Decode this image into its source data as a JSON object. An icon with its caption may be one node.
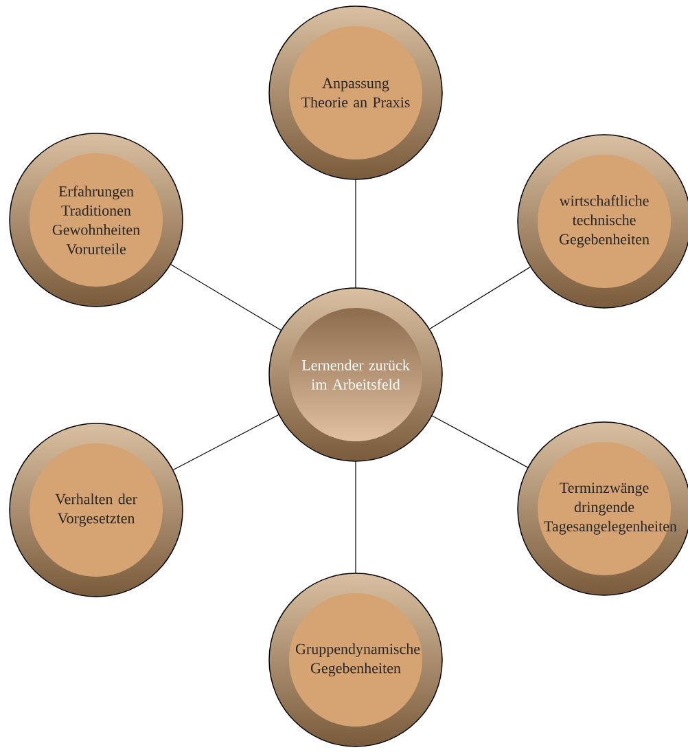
{
  "diagram": {
    "nodes": [
      {
        "text": [
          "Lernender zurück im Arbeitsfeld"
        ]
      },
      {
        "text": [
          "Anpassung Theorie an Praxis"
        ]
      },
      {
        "text": [
          "wirtschaftliche technische Gegebenheiten"
        ]
      },
      {
        "text": [
          "Terminzwänge dringende Tagesangelegenheiten"
        ]
      },
      {
        "text": [
          "Gruppendynamische Gegebenheiten"
        ]
      },
      {
        "text": [
          "Verhalten der Vorgesetzten"
        ]
      },
      {
        "text": [
          "Erfahrungen Traditionen Gewohnheiten Vorurteile"
        ]
      }
    ],
    "edges": [
      {
        "from": 0,
        "to": 1,
        "arrow": "none"
      },
      {
        "from": 0,
        "to": 2,
        "arrow": "none"
      },
      {
        "from": 0,
        "to": 3,
        "arrow": "none"
      },
      {
        "from": 0,
        "to": 4,
        "arrow": "none"
      },
      {
        "from": 0,
        "to": 5,
        "arrow": "none"
      },
      {
        "from": 0,
        "to": 6,
        "arrow": "none"
      }
    ]
  }
}
